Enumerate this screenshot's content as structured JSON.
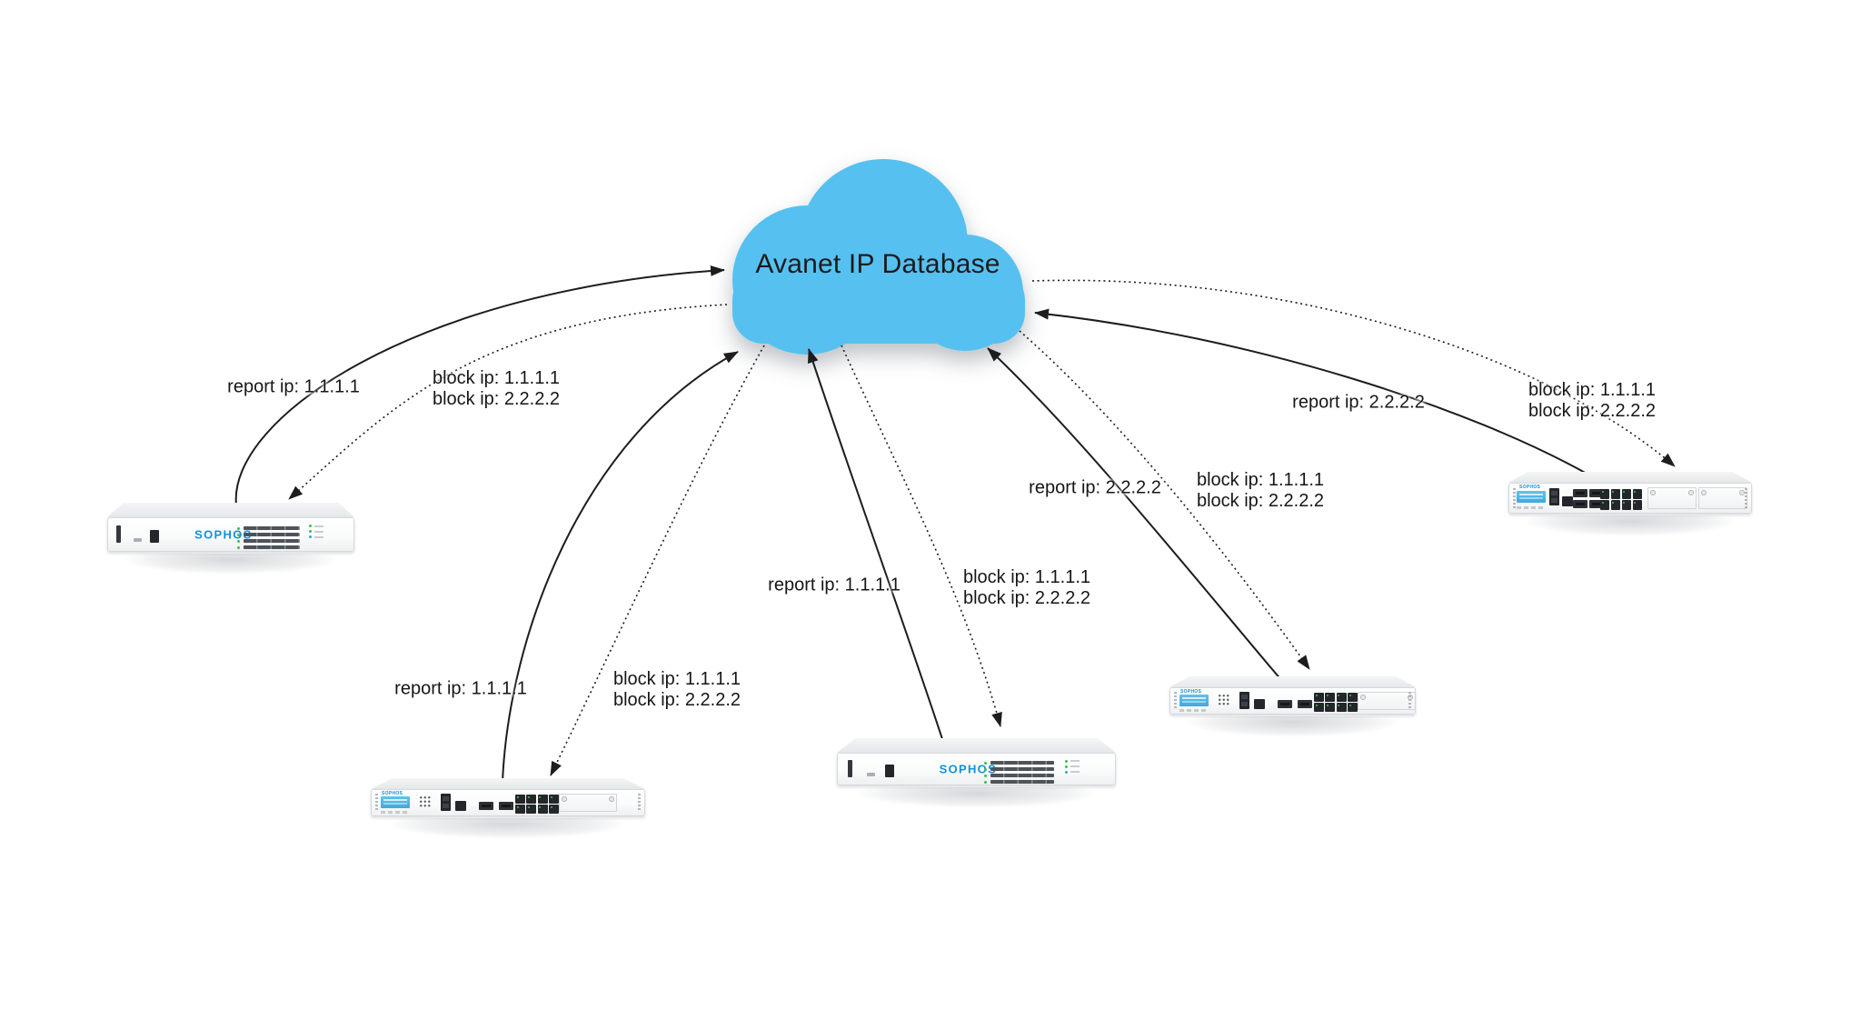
{
  "diagram": {
    "background": "#ffffff",
    "cloud": {
      "label": "Avanet IP Database",
      "fill": "#57c1f0",
      "text_color": "#1b1b1d"
    },
    "devices": [
      {
        "id": "firewall-1",
        "brand": "SOPHOS",
        "type": "desktop firewall appliance",
        "position": "left"
      },
      {
        "id": "firewall-2",
        "brand": "SOPHOS",
        "type": "1U rackmount firewall",
        "position": "bottom-left"
      },
      {
        "id": "firewall-3",
        "brand": "SOPHOS",
        "type": "desktop firewall appliance",
        "position": "bottom-center"
      },
      {
        "id": "firewall-4",
        "brand": "SOPHOS",
        "type": "1U rackmount firewall",
        "position": "bottom-right"
      },
      {
        "id": "firewall-5",
        "brand": "SOPHOS",
        "type": "1U rackmount firewall with dual expansion bays",
        "position": "right"
      }
    ],
    "edges": [
      {
        "id": "report-fw1",
        "from": "firewall-1",
        "to": "cloud",
        "style": "solid",
        "labels": [
          "report ip: 1.1.1.1"
        ]
      },
      {
        "id": "block-fw1",
        "from": "cloud",
        "to": "firewall-1",
        "style": "dotted",
        "labels": [
          "block ip: 1.1.1.1",
          "block ip: 2.2.2.2"
        ]
      },
      {
        "id": "report-fw2",
        "from": "firewall-2",
        "to": "cloud",
        "style": "solid",
        "labels": [
          "report ip: 1.1.1.1"
        ]
      },
      {
        "id": "block-fw2",
        "from": "cloud",
        "to": "firewall-2",
        "style": "dotted",
        "labels": [
          "block ip: 1.1.1.1",
          "block ip: 2.2.2.2"
        ]
      },
      {
        "id": "report-fw3",
        "from": "firewall-3",
        "to": "cloud",
        "style": "solid",
        "labels": [
          "report ip: 1.1.1.1"
        ]
      },
      {
        "id": "block-fw3",
        "from": "cloud",
        "to": "firewall-3",
        "style": "dotted",
        "labels": [
          "block ip: 1.1.1.1",
          "block ip: 2.2.2.2"
        ]
      },
      {
        "id": "report-fw4",
        "from": "firewall-4",
        "to": "cloud",
        "style": "solid",
        "labels": [
          "report ip: 2.2.2.2"
        ]
      },
      {
        "id": "block-fw4",
        "from": "cloud",
        "to": "firewall-4",
        "style": "dotted",
        "labels": [
          "block ip: 1.1.1.1",
          "block ip: 2.2.2.2"
        ]
      },
      {
        "id": "report-fw5",
        "from": "firewall-5",
        "to": "cloud",
        "style": "solid",
        "labels": [
          "report ip: 2.2.2.2"
        ]
      },
      {
        "id": "block-fw5",
        "from": "cloud",
        "to": "firewall-5",
        "style": "dotted",
        "labels": [
          "block ip: 1.1.1.1",
          "block ip: 2.2.2.2"
        ]
      }
    ],
    "colors": {
      "line": "#1d1d1f",
      "brand_blue": "#1590d8"
    }
  }
}
